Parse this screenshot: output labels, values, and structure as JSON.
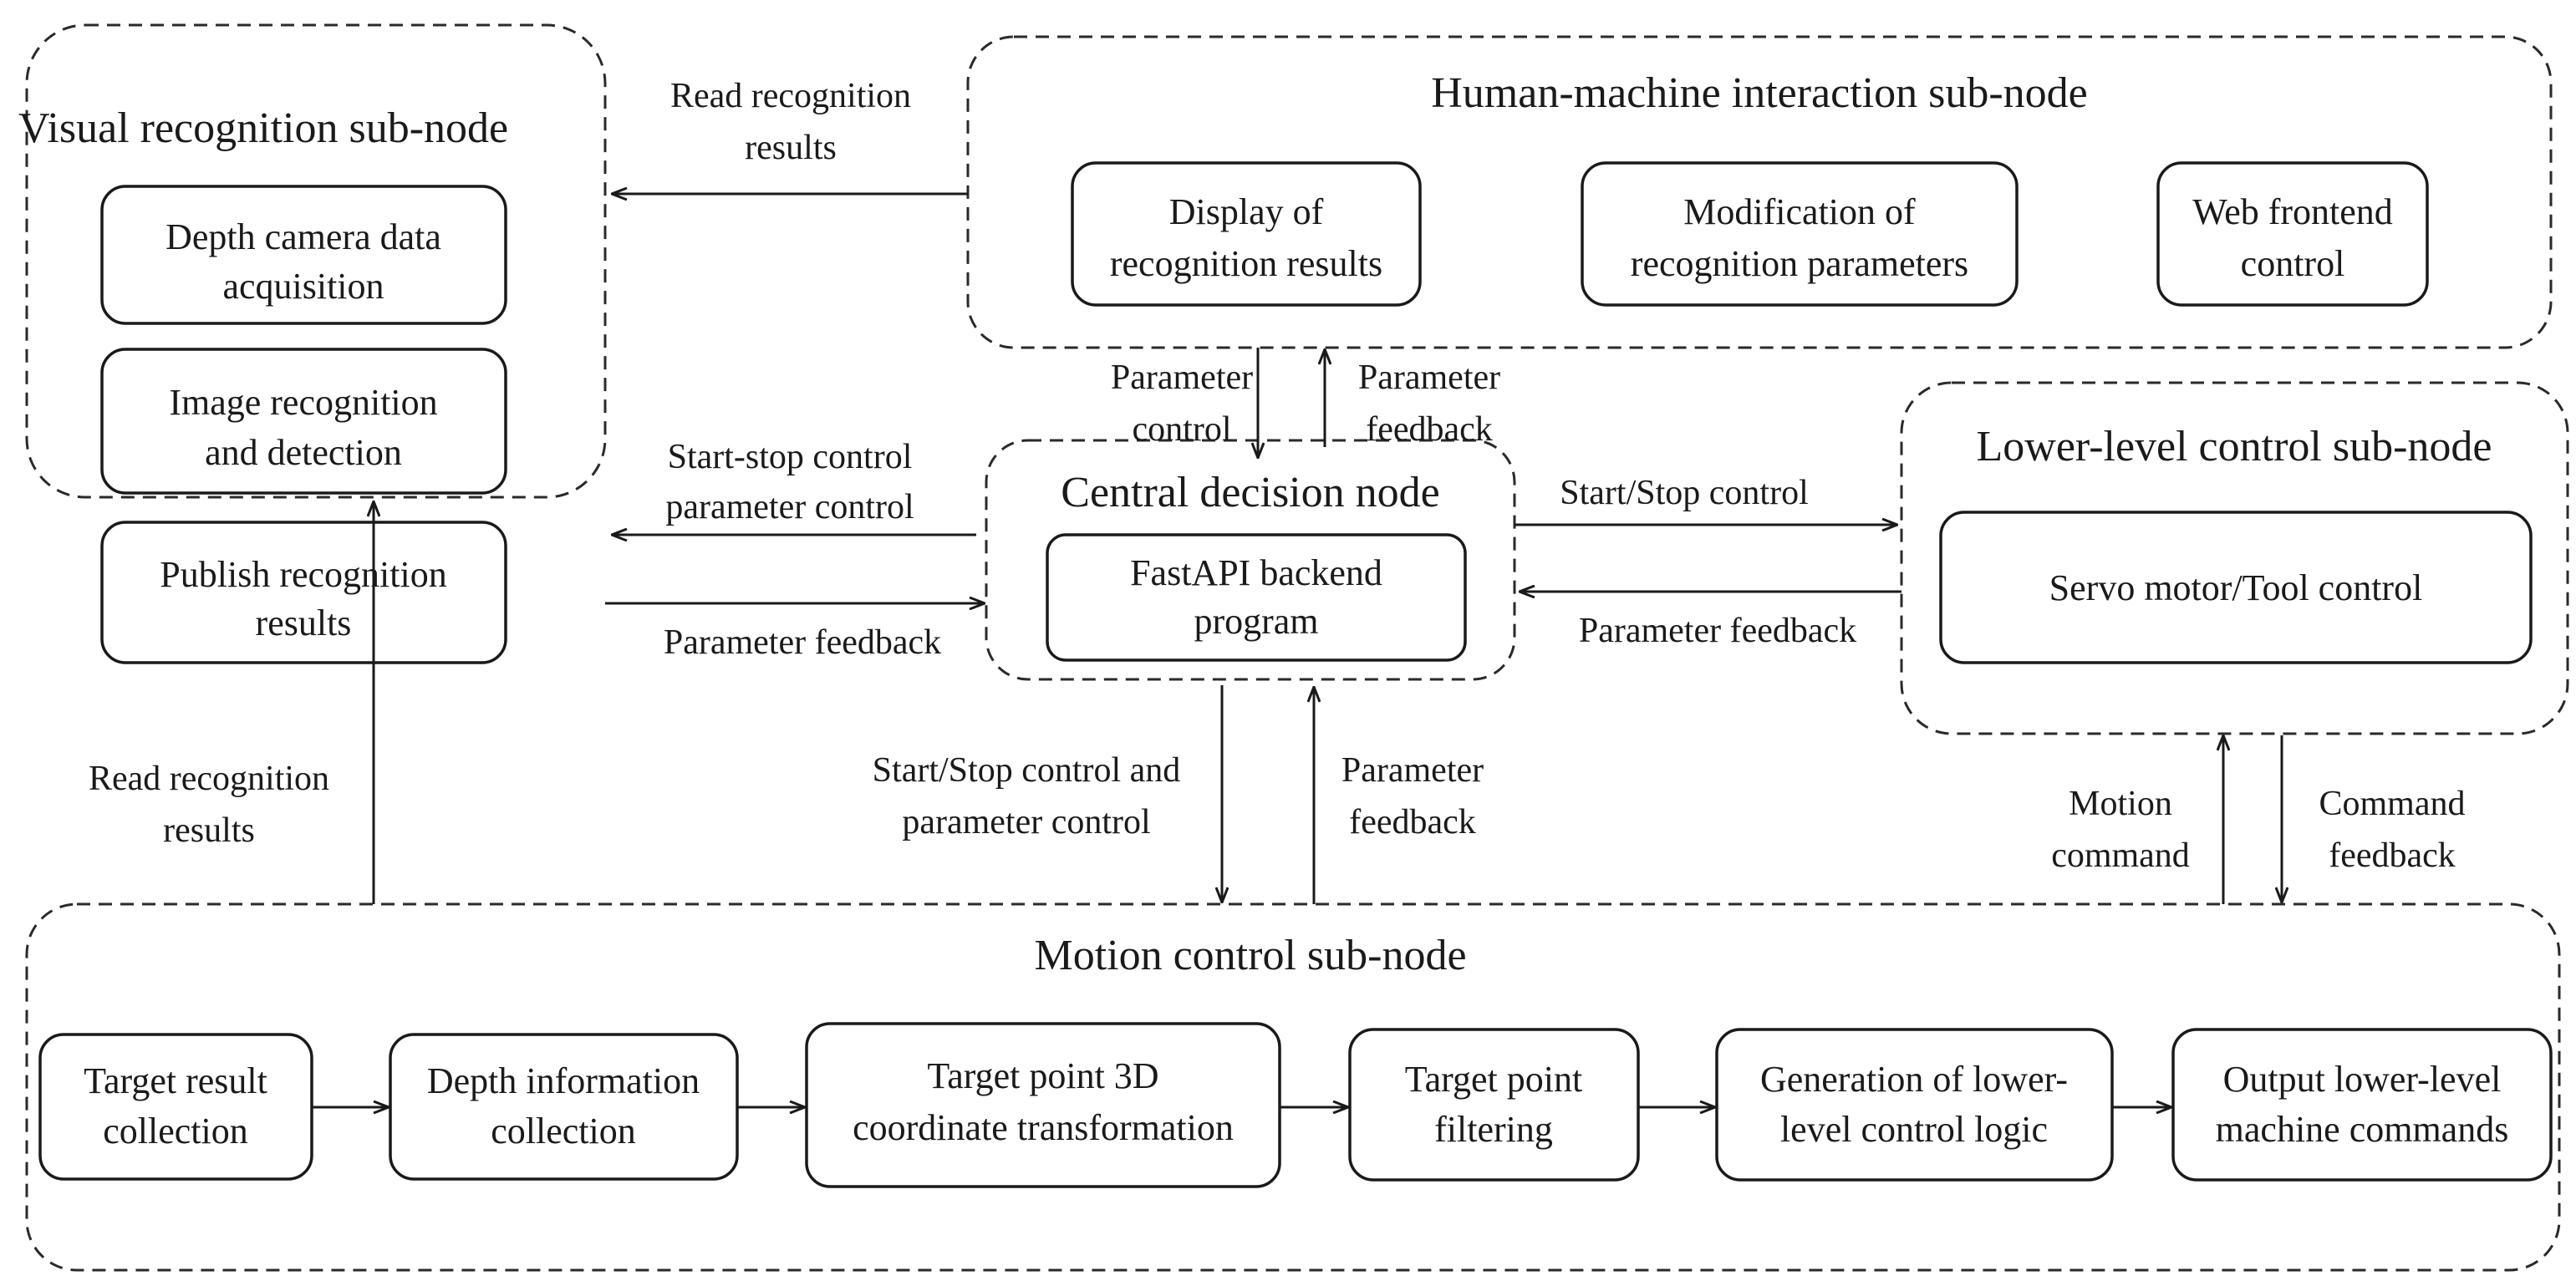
{
  "groups": {
    "visual": {
      "title": "Visual recognition sub-node"
    },
    "hmi": {
      "title": "Human-machine interaction sub-node"
    },
    "central": {
      "title": "Central decision node"
    },
    "lower": {
      "title": "Lower-level control sub-node"
    },
    "motion": {
      "title": "Motion control sub-node"
    }
  },
  "boxes": {
    "depth_camera": {
      "line1": "Depth camera data",
      "line2": "acquisition"
    },
    "image_recognition": {
      "line1": "Image recognition",
      "line2": "and detection"
    },
    "publish_results": {
      "line1": "Publish recognition",
      "line2": "results"
    },
    "display_results": {
      "line1": "Display of",
      "line2": "recognition results"
    },
    "modify_params": {
      "line1": "Modification of",
      "line2": "recognition parameters"
    },
    "web_frontend": {
      "line1": "Web frontend",
      "line2": "control"
    },
    "fastapi": {
      "line1": "FastAPI backend",
      "line2": "program"
    },
    "servo": {
      "line1": "Servo motor/Tool control"
    },
    "target_result": {
      "line1": "Target result",
      "line2": "collection"
    },
    "depth_info": {
      "line1": "Depth information",
      "line2": "collection"
    },
    "coord_transform": {
      "line1": "Target point 3D",
      "line2": "coordinate transformation"
    },
    "point_filter": {
      "line1": "Target point",
      "line2": "filtering"
    },
    "control_logic": {
      "line1": "Generation of lower-",
      "line2": "level control logic"
    },
    "output_commands": {
      "line1": "Output lower-level",
      "line2": "machine commands"
    }
  },
  "labels": {
    "hmi_to_visual": {
      "line1": "Read recognition",
      "line2": "results"
    },
    "central_to_visual": {
      "line1": "Start-stop control",
      "line2": "parameter control"
    },
    "visual_to_central": {
      "line1": "Parameter feedback"
    },
    "hmi_to_central": {
      "line1": "Parameter",
      "line2": "control"
    },
    "central_to_hmi": {
      "line1": "Parameter",
      "line2": "feedback"
    },
    "central_to_lower": {
      "line1": "Start/Stop control"
    },
    "lower_to_central": {
      "line1": "Parameter feedback"
    },
    "central_to_motion": {
      "line1": "Start/Stop control and",
      "line2": "parameter control"
    },
    "motion_to_central": {
      "line1": "Parameter",
      "line2": "feedback"
    },
    "motion_to_visual": {
      "line1": "Read recognition",
      "line2": "results"
    },
    "motion_to_lower": {
      "line1": "Motion",
      "line2": "command"
    },
    "lower_to_motion": {
      "line1": "Command",
      "line2": "feedback"
    }
  }
}
